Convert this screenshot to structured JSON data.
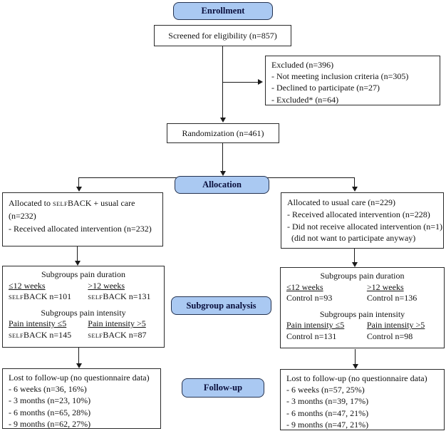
{
  "stage_labels": {
    "enrollment": "Enrollment",
    "allocation": "Allocation",
    "subgroup_analysis": "Subgroup analysis",
    "follow_up": "Follow-up"
  },
  "brand": {
    "small": "self",
    "caps": "BACK"
  },
  "screened": {
    "text": "Screened for eligibility (n=857)"
  },
  "excluded": {
    "title": "Excluded (n=396)",
    "items": [
      "- Not meeting inclusion criteria (n=305)",
      "- Declined to participate (n=27)",
      "- Excluded* (n=64)"
    ]
  },
  "randomization": {
    "text": "Randomization (n=461)"
  },
  "alloc_left": {
    "line1_pre": "Allocated to ",
    "line1_post": " + usual care",
    "line2": "(n=232)",
    "line3": "- Received allocated intervention (n=232)"
  },
  "alloc_right": {
    "line1": "Allocated to usual care (n=229)",
    "line2": "- Received allocated intervention (n=228)",
    "line3": "- Did not receive allocated intervention (n=1)",
    "line4": "(did not want to participate anyway)"
  },
  "subgroup_left": {
    "duration_title": "Subgroups pain duration",
    "duration_col1_head": "≤12 weeks",
    "duration_col2_head": ">12 weeks",
    "duration_col1_n": " n=101",
    "duration_col2_n": " n=131",
    "intensity_title": "Subgroups pain intensity",
    "intensity_col1_head": "Pain intensity ≤5",
    "intensity_col2_head": "Pain intensity >5",
    "intensity_col1_n": " n=145",
    "intensity_col2_n": " n=87"
  },
  "subgroup_right": {
    "duration_title": "Subgroups pain duration",
    "duration_col1_head": "≤12 weeks",
    "duration_col2_head": ">12 weeks",
    "duration_col1_val": "Control n=93",
    "duration_col2_val": "Control n=136",
    "intensity_title": "Subgroups pain intensity",
    "intensity_col1_head": "Pain intensity ≤5",
    "intensity_col2_head": "Pain intensity >5",
    "intensity_col1_val": "Control n=131",
    "intensity_col2_val": "Control n=98"
  },
  "followup_left": {
    "title": "Lost to follow-up (no questionnaire data)",
    "items": [
      "- 6 weeks (n=36, 16%)",
      "- 3 months (n=23, 10%)",
      "- 6 months (n=65, 28%)",
      "- 9 months (n=62, 27%)"
    ]
  },
  "followup_right": {
    "title": "Lost to follow-up (no questionnaire data)",
    "items": [
      "- 6 weeks (n=57, 25%)",
      "- 3 months (n=39, 17%)",
      "- 6 months (n=47, 21%)",
      "- 9 months (n=47, 21%)"
    ]
  },
  "colors": {
    "stage_fill": "#aac9f2",
    "stage_border": "#24324f",
    "stage_text": "#0a0f3c",
    "box_border": "#2a2a2a",
    "line": "#1a1a1a"
  }
}
